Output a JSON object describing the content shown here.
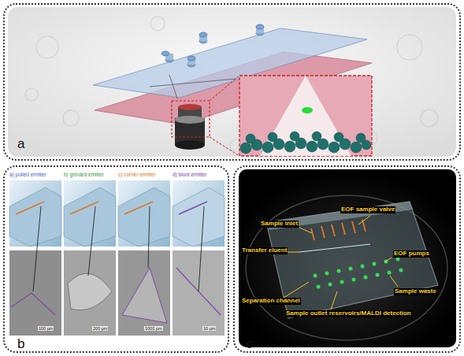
{
  "diagram": {
    "nodes": [
      {
        "text": [
          "a"
        ]
      },
      {
        "text": [
          "b"
        ]
      },
      {
        "text": [
          "c"
        ]
      }
    ],
    "labels": [
      "a) pulled emitter",
      "b) grinded emitter",
      "c) corner emitter",
      "d) blunt emitter",
      "100 µm",
      "200 µm",
      "1000 µm",
      "10 µm",
      "Sample inlet",
      "EOF sample valve",
      "Transfer eluent",
      "EOF pumps",
      "Separation channel",
      "Sample waste",
      "Sample outlet reservoirs/MALDI detection"
    ]
  }
}
